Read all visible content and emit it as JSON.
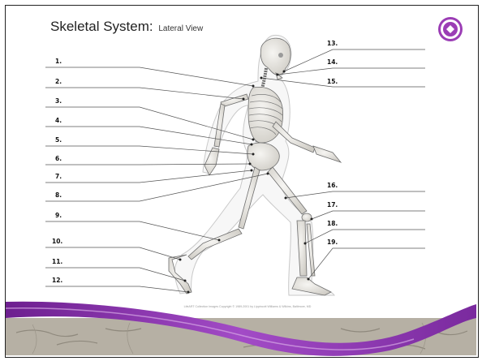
{
  "title": {
    "main": "Skeletal System:",
    "sub": "Lateral View"
  },
  "labels": {
    "left": [
      "1.",
      "2.",
      "3.",
      "4.",
      "5.",
      "6.",
      "7.",
      "8.",
      "9.",
      "10.",
      "11.",
      "12."
    ],
    "right": [
      "13.",
      "14.",
      "15.",
      "16.",
      "17.",
      "18.",
      "19."
    ]
  },
  "footer": {
    "copyright": "LifeART Collection Images Copyright © 1989-2001 by Lippincott Williams & Wilkins, Baltimore, MD"
  },
  "colors": {
    "wave_purple": "#8a2ea8",
    "wave_light": "#c17fd6",
    "stone": "#b9b3a8",
    "bone": "#e9e7e2",
    "bone_outline": "#6e6e6e",
    "logo": "#9b3db5"
  },
  "logo": {
    "icon": "school-seal-icon"
  }
}
